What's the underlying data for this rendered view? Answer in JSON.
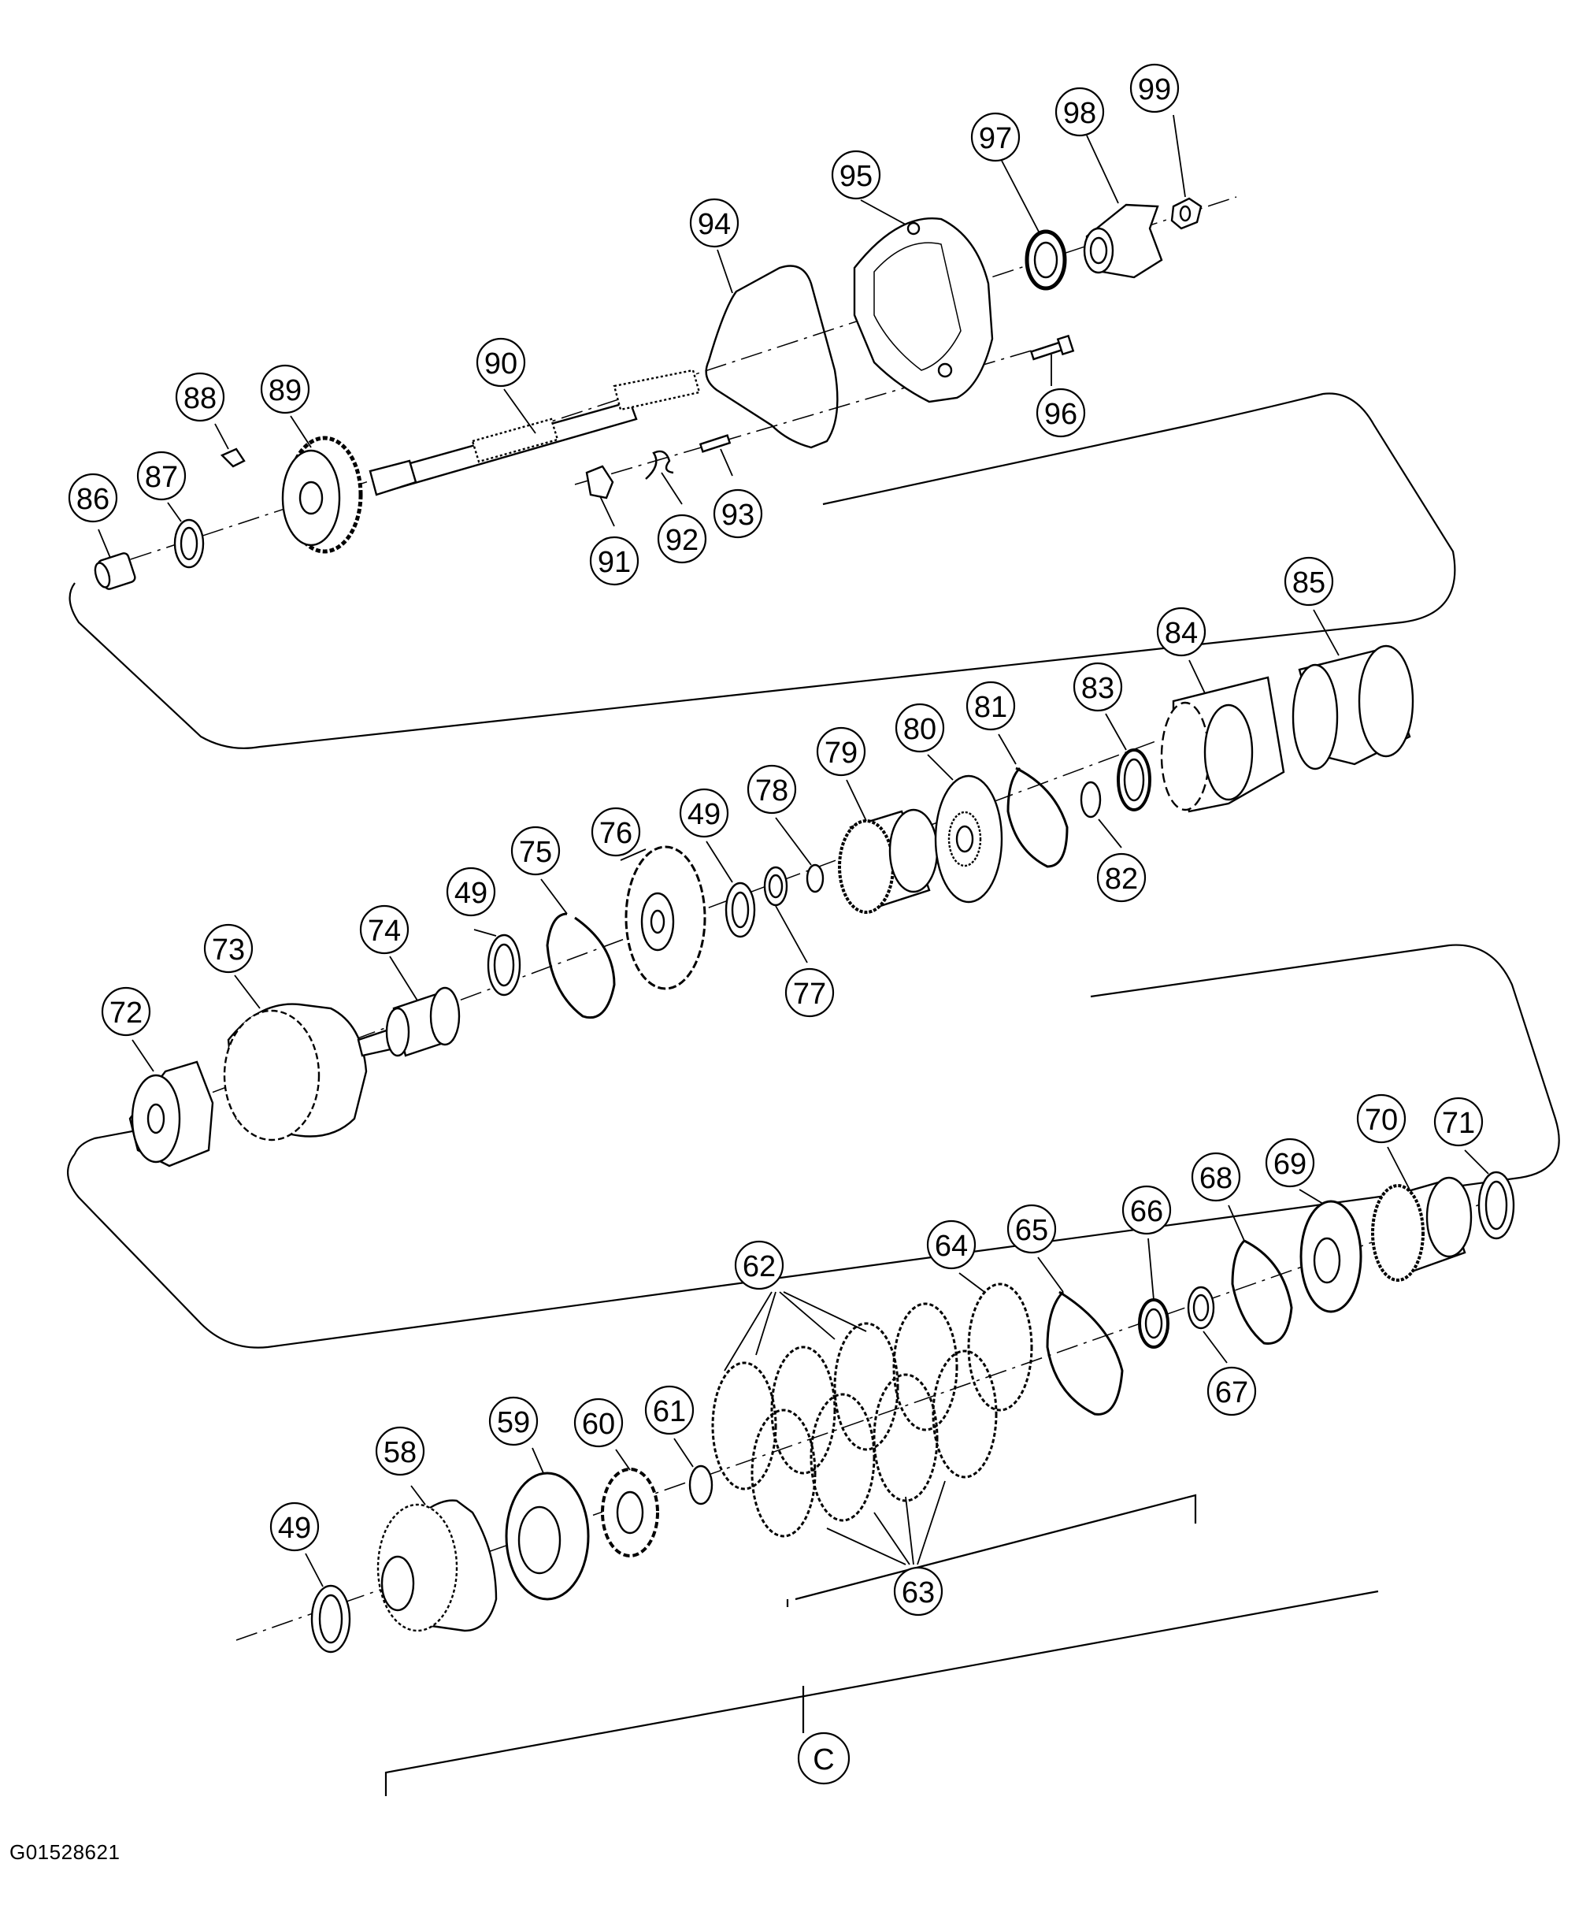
{
  "figure_id": "G01528621",
  "section_label": "C",
  "callouts": [
    {
      "id": "c99",
      "label": "99"
    },
    {
      "id": "c98",
      "label": "98"
    },
    {
      "id": "c97",
      "label": "97"
    },
    {
      "id": "c95",
      "label": "95"
    },
    {
      "id": "c94",
      "label": "94"
    },
    {
      "id": "c96",
      "label": "96"
    },
    {
      "id": "c90",
      "label": "90"
    },
    {
      "id": "c89",
      "label": "89"
    },
    {
      "id": "c88",
      "label": "88"
    },
    {
      "id": "c87",
      "label": "87"
    },
    {
      "id": "c86",
      "label": "86"
    },
    {
      "id": "c93",
      "label": "93"
    },
    {
      "id": "c92",
      "label": "92"
    },
    {
      "id": "c91",
      "label": "91"
    },
    {
      "id": "c85",
      "label": "85"
    },
    {
      "id": "c84",
      "label": "84"
    },
    {
      "id": "c83",
      "label": "83"
    },
    {
      "id": "c82",
      "label": "82"
    },
    {
      "id": "c81",
      "label": "81"
    },
    {
      "id": "c80",
      "label": "80"
    },
    {
      "id": "c79",
      "label": "79"
    },
    {
      "id": "c78",
      "label": "78"
    },
    {
      "id": "c77",
      "label": "77"
    },
    {
      "id": "c49a",
      "label": "49"
    },
    {
      "id": "c76",
      "label": "76"
    },
    {
      "id": "c75",
      "label": "75"
    },
    {
      "id": "c49b",
      "label": "49"
    },
    {
      "id": "c74",
      "label": "74"
    },
    {
      "id": "c73",
      "label": "73"
    },
    {
      "id": "c72",
      "label": "72"
    },
    {
      "id": "c71",
      "label": "71"
    },
    {
      "id": "c70",
      "label": "70"
    },
    {
      "id": "c69",
      "label": "69"
    },
    {
      "id": "c68",
      "label": "68"
    },
    {
      "id": "c67",
      "label": "67"
    },
    {
      "id": "c66",
      "label": "66"
    },
    {
      "id": "c65",
      "label": "65"
    },
    {
      "id": "c64",
      "label": "64"
    },
    {
      "id": "c62",
      "label": "62"
    },
    {
      "id": "c63",
      "label": "63"
    },
    {
      "id": "c61",
      "label": "61"
    },
    {
      "id": "c60",
      "label": "60"
    },
    {
      "id": "c59",
      "label": "59"
    },
    {
      "id": "c58",
      "label": "58"
    },
    {
      "id": "c49c",
      "label": "49"
    }
  ]
}
